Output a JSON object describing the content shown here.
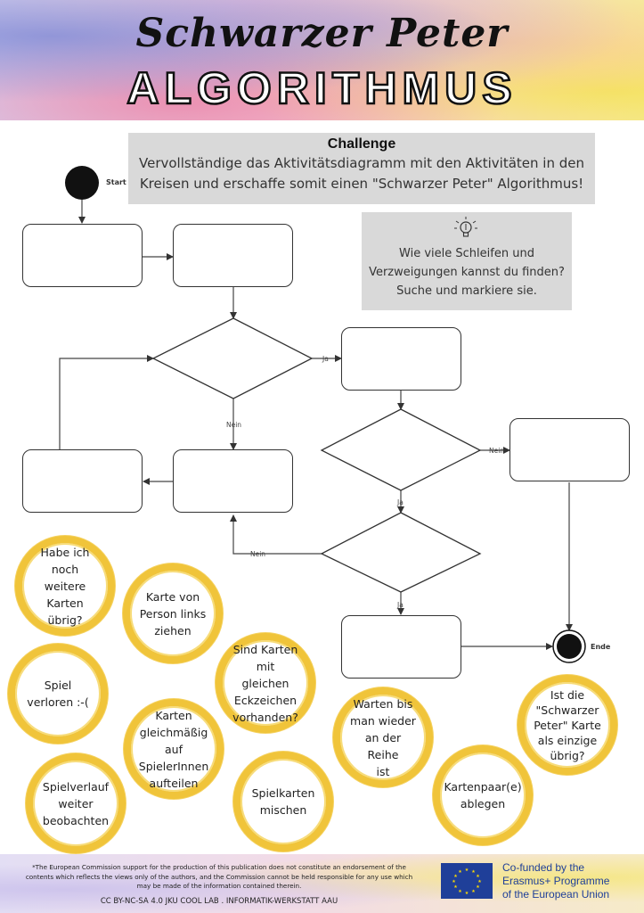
{
  "header": {
    "title_script": "Schwarzer Peter",
    "title_main": "ALGORITHMUS"
  },
  "challenge": {
    "title": "Challenge",
    "body_line1": "Vervollständige das Aktivitätsdiagramm mit den Aktivitäten in den",
    "body_line2": "Kreisen und erschaffe somit einen \"Schwarzer Peter\" Algorithmus!"
  },
  "hint": {
    "icon": "lightbulb-icon",
    "line1": "Wie viele Schleifen und",
    "line2": "Verzweigungen kannst du finden?",
    "line3": "Suche und markiere sie."
  },
  "diagram": {
    "start_label": "Start",
    "end_label": "Ende",
    "edge_labels": {
      "d1_yes": "Ja",
      "d1_no": "Nein",
      "d2_no": "Nein",
      "d2_yes": "Ja",
      "d3_no": "Nein",
      "d3_yes": "Ja"
    }
  },
  "activities": [
    {
      "line1": "Habe ich noch",
      "line2": "weitere Karten",
      "line3": "übrig?"
    },
    {
      "line1": "Karte von",
      "line2": "Person links",
      "line3": "ziehen"
    },
    {
      "line1": "Spiel",
      "line2": "verloren :-(",
      "line3": ""
    },
    {
      "line1": "Sind Karten",
      "line2": "mit gleichen",
      "line3": "Eckzeichen",
      "line4": "vorhanden?"
    },
    {
      "line1": "Karten",
      "line2": "gleichmäßig auf",
      "line3": "SpielerInnen",
      "line4": "aufteilen"
    },
    {
      "line1": "Warten bis",
      "line2": "man wieder",
      "line3": "an der Reihe",
      "line4": "ist"
    },
    {
      "line1": "Ist die",
      "line2": "\"Schwarzer",
      "line3": "Peter\" Karte",
      "line4": "als einzige",
      "line5": "übrig?"
    },
    {
      "line1": "Spielverlauf",
      "line2": "weiter",
      "line3": "beobachten"
    },
    {
      "line1": "Spielkarten",
      "line2": "mischen"
    },
    {
      "line1": "Kartenpaar(e)",
      "line2": "ablegen"
    }
  ],
  "footer": {
    "disclaimer_line1": "*The European Commission support for the production of this publication does not constitute an endorsement of the",
    "disclaimer_line2": "contents which reflects the views only of the authors, and the Commission cannot be held responsible for any use which",
    "disclaimer_line3": "may be made of the information contained therein.",
    "license": "CC BY-NC-SA 4.0 JKU COOL LAB . INFORMATIK-WERKSTATT AAU",
    "eu_line1": "Co-funded by the",
    "eu_line2": "Erasmus+ Programme",
    "eu_line3": "of the European Union",
    "eu_flag_color": "#1f3f99",
    "eu_star_color": "#ffdd00"
  },
  "colors": {
    "circle_ring": "#f0c43a",
    "panel_gray": "#d9d9d9"
  }
}
